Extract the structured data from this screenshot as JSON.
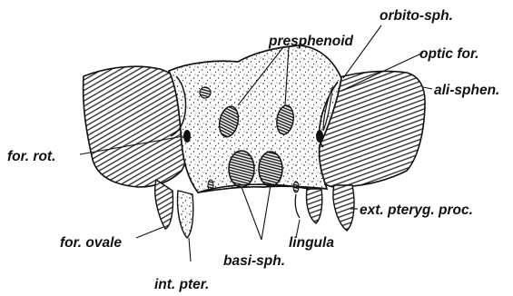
{
  "labels": {
    "presphenoid": "presphenoid",
    "orbito_sph": "orbito-sph.",
    "optic_for": "optic for.",
    "ali_sphen": "ali-sphen.",
    "for_rot": "for. rot.",
    "ext_pteryg_proc": "ext. pteryg. proc.",
    "for_ovale": "for. ovale",
    "lingula": "lingula",
    "basi_sph": "basi-sph.",
    "int_pter": "int. pter."
  },
  "colors": {
    "ink": "#111111",
    "bone": "#ffffff",
    "background": "#ffffff"
  }
}
